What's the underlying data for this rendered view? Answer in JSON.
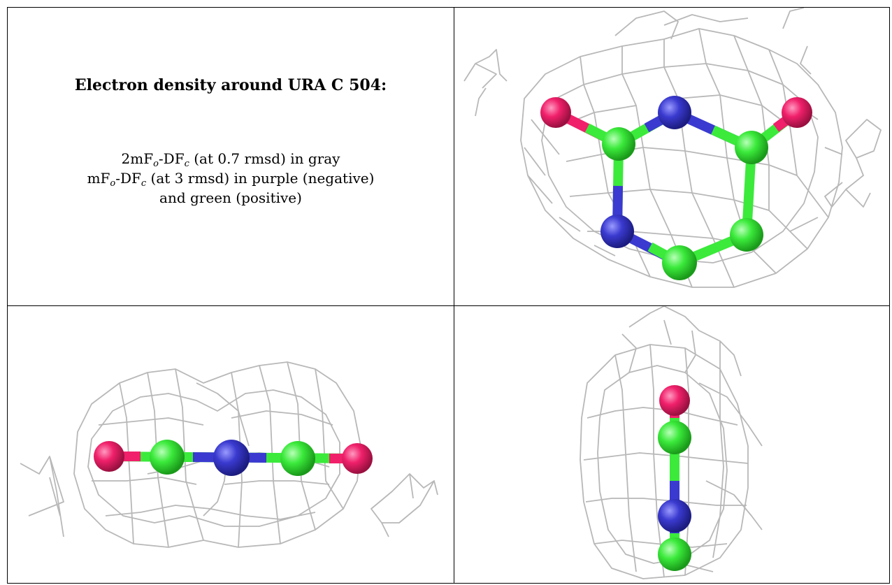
{
  "caption": {
    "title": "Electron density around URA C 504:",
    "line1_pre": "2mF",
    "line1_sub1": "o",
    "line1_mid": "-DF",
    "line1_sub2": "c",
    "line1_post": " (at 0.7 rmsd) in gray",
    "line2_pre": "mF",
    "line2_sub1": "o",
    "line2_mid": "-DF",
    "line2_sub2": "c",
    "line2_post": " (at 3 rmsd) in purple (negative)",
    "line3": "and green (positive)"
  },
  "colors": {
    "mesh": "#b8b8b8",
    "carbon": "#3bea3b",
    "nitrogen": "#3a3ad0",
    "oxygen": "#f0206a"
  },
  "panels": [
    {
      "view": "top"
    },
    {
      "view": "side"
    },
    {
      "view": "end-on"
    }
  ]
}
